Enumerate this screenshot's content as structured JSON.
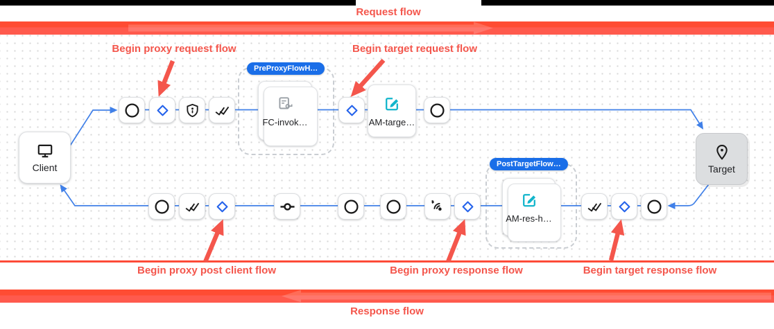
{
  "banners": {
    "request_label": "Request flow",
    "response_label": "Response flow"
  },
  "annotations": [
    {
      "text": "Begin proxy request flow"
    },
    {
      "text": "Begin target request flow"
    },
    {
      "text": "Begin proxy post client flow"
    },
    {
      "text": "Begin proxy response flow"
    },
    {
      "text": "Begin target response flow"
    }
  ],
  "endpoints": {
    "client": {
      "label": "Client",
      "icon": "monitor-icon"
    },
    "target": {
      "label": "Target",
      "icon": "location-pin-icon"
    }
  },
  "flow_groups": {
    "pre_proxy": {
      "badge": "PreProxyFlowH…",
      "policy": {
        "label": "FC-invok…",
        "icon": "flow-callout-icon"
      }
    },
    "post_target": {
      "badge": "PostTargetFlow…",
      "policy": {
        "label": "AM-res-h…",
        "icon": "edit-square-icon"
      }
    }
  },
  "policies": {
    "am_target": {
      "label": "AM-targe…",
      "icon": "edit-square-icon"
    }
  },
  "step_icons": [
    "circle-step-icon",
    "condition-diamond-icon",
    "shield-icon",
    "done-all-icon",
    "commit-icon",
    "broadcast-icon"
  ],
  "colors": {
    "annotation_red": "#f4564c",
    "band_red": "#ff5140",
    "flow_line_blue": "#4080e8",
    "diamond_blue": "#2563eb",
    "badge_blue": "#1a6ee8",
    "policy_teal": "#12b5cb",
    "canvas_dot": "#d9d9d9"
  }
}
